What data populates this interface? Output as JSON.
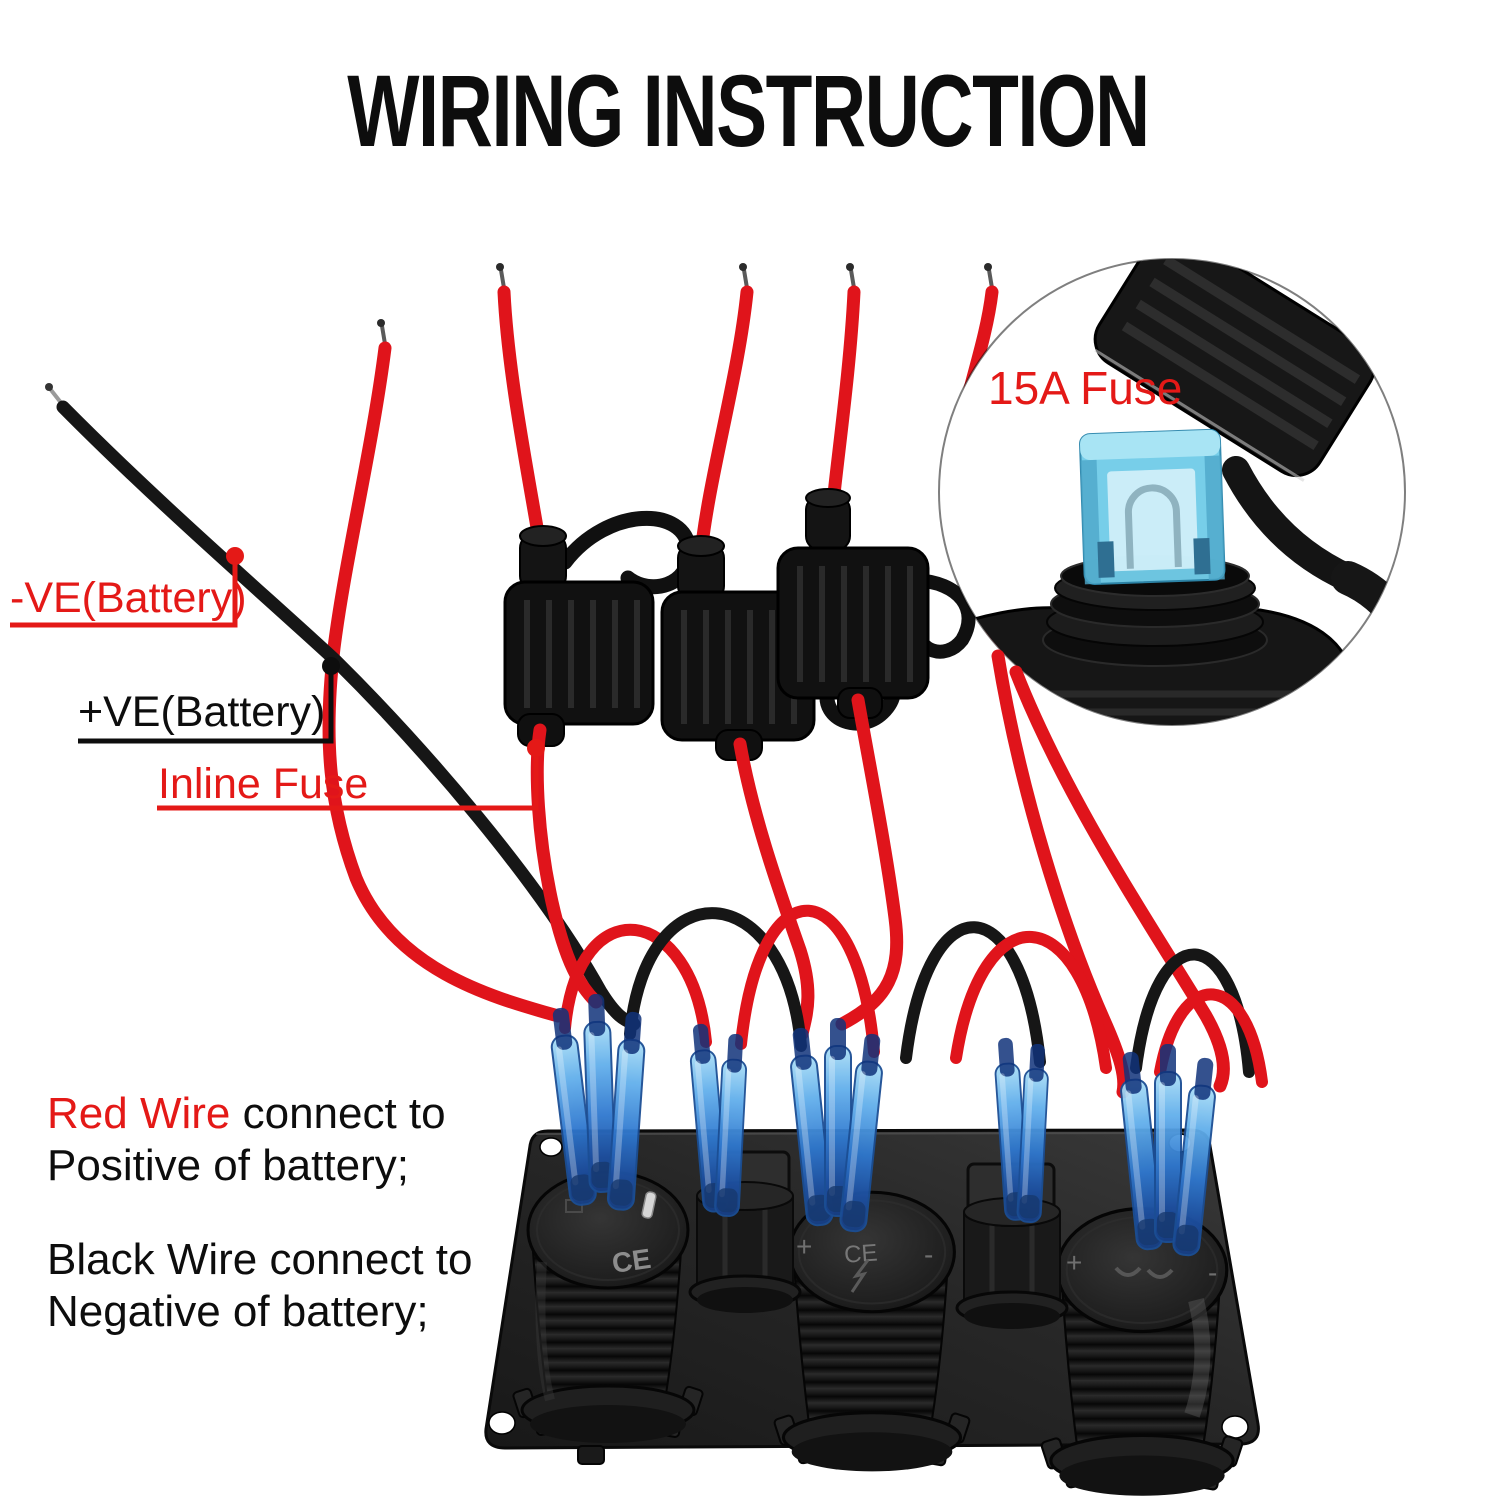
{
  "title": "WIRING INSTRUCTION",
  "callouts": {
    "negative_battery": "-VE(Battery)",
    "positive_battery": "+VE(Battery)",
    "inline_fuse": "Inline Fuse",
    "fuse_rating": "15A Fuse"
  },
  "notes": {
    "red_wire_highlight": "Red Wire",
    "red_wire_rest": " connect to",
    "red_wire_line2": "Positive of battery;",
    "black_wire_line1": "Black Wire connect to",
    "black_wire_line2": "Negative of battery;"
  },
  "panel_markings": {
    "ce": "CE",
    "plus": "+",
    "minus": "-"
  },
  "colors": {
    "wire_red": "#e0141b",
    "wire_black": "#161616",
    "label_red": "#e41917",
    "text_black": "#0d0d0d",
    "connector_blue": "#2f78cf",
    "fuse_blue": "#72cde9",
    "panel_dark": "#242424",
    "hole_white": "#ffffff"
  }
}
